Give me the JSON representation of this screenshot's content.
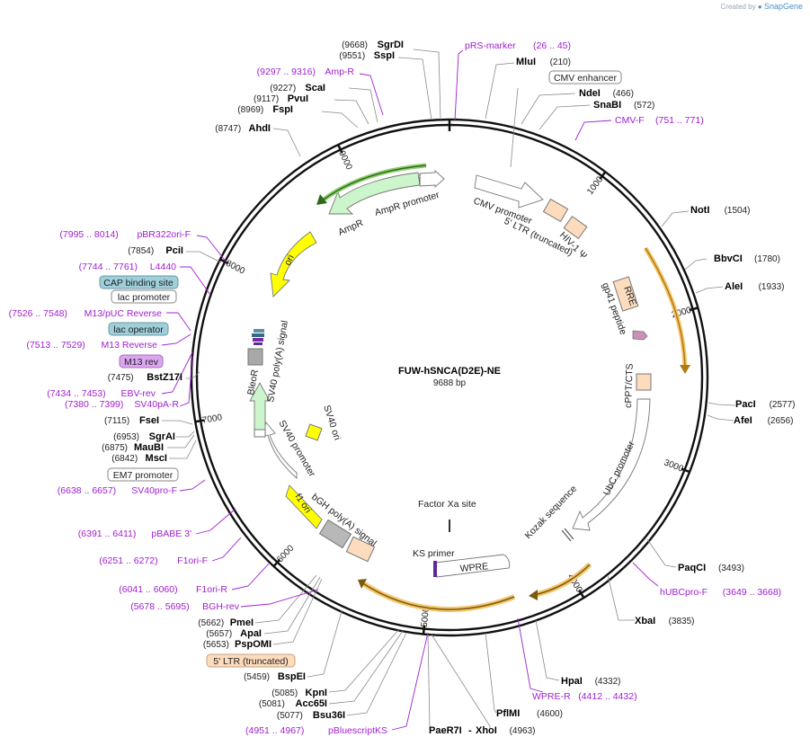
{
  "watermark": {
    "prefix": "Created by",
    "brand": "SnapGene"
  },
  "plasmid": {
    "name": "FUW-hSNCA(D2E)-NE",
    "length_label": "9688 bp",
    "length": 9688
  },
  "ticks": [
    "1000",
    "2000",
    "3000",
    "4000",
    "5000",
    "6000",
    "7000",
    "8000",
    "9000"
  ],
  "sites": [
    {
      "name": "SgrDI",
      "pos": "(9668)"
    },
    {
      "name": "SspI",
      "pos": "(9551)"
    },
    {
      "name": "ScaI",
      "pos": "(9227)"
    },
    {
      "name": "PvuI",
      "pos": "(9117)"
    },
    {
      "name": "FspI",
      "pos": "(8969)"
    },
    {
      "name": "AhdI",
      "pos": "(8747)"
    },
    {
      "name": "PciI",
      "pos": "(7854)"
    },
    {
      "name": "BstZ17I",
      "pos": "(7475)"
    },
    {
      "name": "FseI",
      "pos": "(7115)"
    },
    {
      "name": "SgrAI",
      "pos": "(6953)"
    },
    {
      "name": "MauBI",
      "pos": "(6875)"
    },
    {
      "name": "MscI",
      "pos": "(6842)"
    },
    {
      "name": "PmeI",
      "pos": "(5662)"
    },
    {
      "name": "ApaI",
      "pos": "(5657)"
    },
    {
      "name": "PspOMI",
      "pos": "(5653)"
    },
    {
      "name": "BspEI",
      "pos": "(5459)"
    },
    {
      "name": "KpnI",
      "pos": "(5085)"
    },
    {
      "name": "Acc65I",
      "pos": "(5081)"
    },
    {
      "name": "Bsu36I",
      "pos": "(5077)"
    },
    {
      "name": "MluI",
      "pos": "(210)"
    },
    {
      "name": "NdeI",
      "pos": "(466)"
    },
    {
      "name": "SnaBI",
      "pos": "(572)"
    },
    {
      "name": "NotI",
      "pos": "(1504)"
    },
    {
      "name": "BbvCI",
      "pos": "(1780)"
    },
    {
      "name": "AleI",
      "pos": "(1933)"
    },
    {
      "name": "PacI",
      "pos": "(2577)"
    },
    {
      "name": "AfeI",
      "pos": "(2656)"
    },
    {
      "name": "PaqCI",
      "pos": "(3493)"
    },
    {
      "name": "XbaI",
      "pos": "(3835)"
    },
    {
      "name": "HpaI",
      "pos": "(4332)"
    },
    {
      "name": "PflMI",
      "pos": "(4600)"
    },
    {
      "name": "PaeR7I",
      "pos": ""
    },
    {
      "name": "XhoI",
      "pos": "(4963)"
    }
  ],
  "primers": [
    {
      "name": "pRS-marker",
      "range": "(26 .. 45)"
    },
    {
      "name": "Amp-R",
      "range": "(9297 .. 9316)"
    },
    {
      "name": "CMV-F",
      "range": "(751 .. 771)"
    },
    {
      "name": "pBR322ori-F",
      "range": "(7995 .. 8014)"
    },
    {
      "name": "L4440",
      "range": "(7744 .. 7761)"
    },
    {
      "name": "M13/pUC Reverse",
      "range": "(7526 .. 7548)"
    },
    {
      "name": "M13 Reverse",
      "range": "(7513 .. 7529)"
    },
    {
      "name": "EBV-rev",
      "range": "(7434 .. 7453)"
    },
    {
      "name": "SV40pA-R",
      "range": "(7380 .. 7399)"
    },
    {
      "name": "SV40pro-F",
      "range": "(6638 .. 6657)"
    },
    {
      "name": "pBABE 3'",
      "range": "(6391 .. 6411)"
    },
    {
      "name": "F1ori-F",
      "range": "(6251 .. 6272)"
    },
    {
      "name": "F1ori-R",
      "range": "(6041 .. 6060)"
    },
    {
      "name": "BGH-rev",
      "range": "(5678 .. 5695)"
    },
    {
      "name": "pBluescriptKS",
      "range": "(4951 .. 4967)"
    },
    {
      "name": "hUBCpro-F",
      "range": "(3649 .. 3668)"
    },
    {
      "name": "WPRE-R",
      "range": "(4412 .. 4432)"
    }
  ],
  "boxed_labels": {
    "cmv_enhancer": "CMV enhancer",
    "cap_binding_site": "CAP binding site",
    "lac_promoter": "lac promoter",
    "lac_operator": "lac operator",
    "m13_rev": "M13 rev",
    "em7_promoter": "EM7 promoter",
    "ltr_truncated": "5' LTR (truncated)"
  },
  "features": {
    "cmv_promoter": "CMV promoter",
    "ltr5": "5' LTR (truncated)",
    "hiv_psi": "HIV-1 Ψ",
    "rre": "RRE",
    "gp41": "gp41 peptide",
    "cppt": "cPPT/CTS",
    "ubc": "UbC promoter",
    "kozak": "Kozak sequence",
    "wpre": "WPRE",
    "ks_primer": "KS primer",
    "factor_xa": "Factor Xa site",
    "bgh_pa": "bGH poly(A) signal",
    "f1_ori": "f1 ori",
    "sv40_promoter": "SV40 promoter",
    "bleor": "BleoR",
    "sv40_ori": "SV40 ori",
    "sv40_pa": "SV40 poly(A) signal",
    "ori": "ori",
    "ampr": "AmpR",
    "ampr_promoter": "AmpR promoter"
  },
  "colors": {
    "ori": "#ffff00",
    "orf_green": "#ccf5cc",
    "promoter": "#ffffff",
    "misc": "#fddcbe",
    "lac_blue": "#9fcfd9",
    "m13": "#dca5f0",
    "primer": "#a020d0",
    "orange_arrow": "#f5a623"
  }
}
